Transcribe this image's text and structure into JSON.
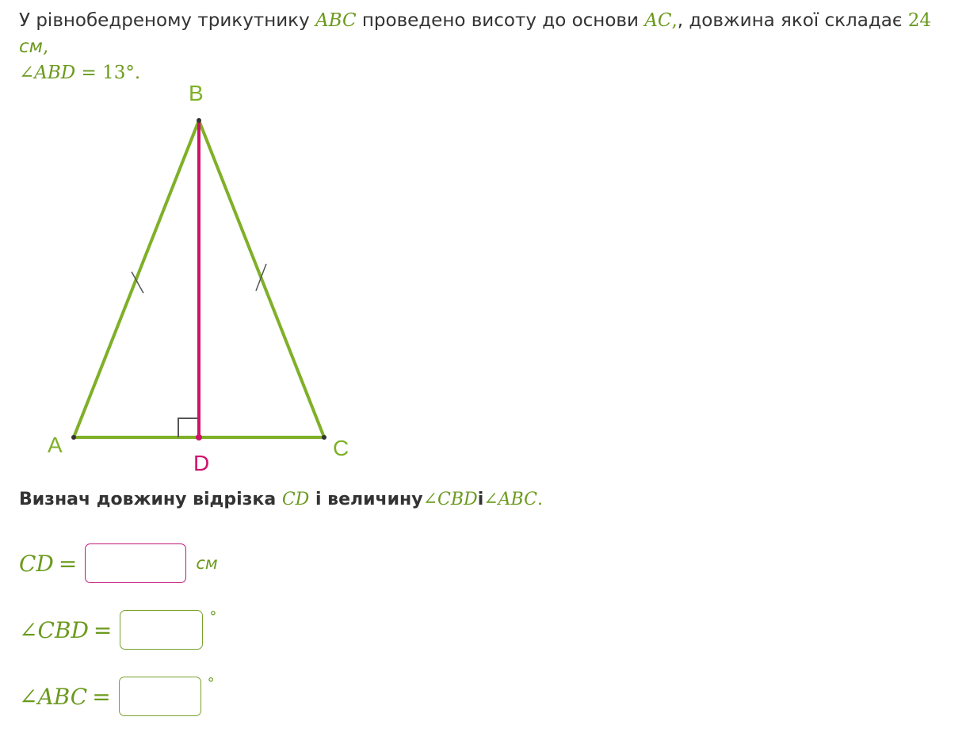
{
  "problem": {
    "text1": "У рівнобедреному трикутнику ",
    "tri": "ABC",
    "text2": " проведено висоту до основи ",
    "base": "AC",
    "text3": ", довжина якої складає ",
    "length": "24",
    "unit": "см",
    "comma": ",",
    "angle_label": "∠ABD",
    "angle_eq": " = 13°."
  },
  "figure": {
    "labels": {
      "A": "A",
      "B": "B",
      "C": "C",
      "D": "D"
    },
    "colors": {
      "sides": "#7fb028",
      "height": "#d0116c",
      "right_angle": "#555555"
    }
  },
  "task": {
    "text1": "Визнач довжину відрізка ",
    "seg": "CD",
    "text2": " і величину",
    "ang1": "∠CBD",
    "text3": "і",
    "ang2": "∠ABC",
    "dot": "."
  },
  "answers": {
    "cd": {
      "label": "CD",
      "eq": "=",
      "value": "",
      "unit": "см"
    },
    "cbd": {
      "label": "∠CBD",
      "eq": "=",
      "value": "",
      "unit": "°"
    },
    "abc": {
      "label": "∠ABC",
      "eq": "=",
      "value": "",
      "unit": "°"
    }
  }
}
